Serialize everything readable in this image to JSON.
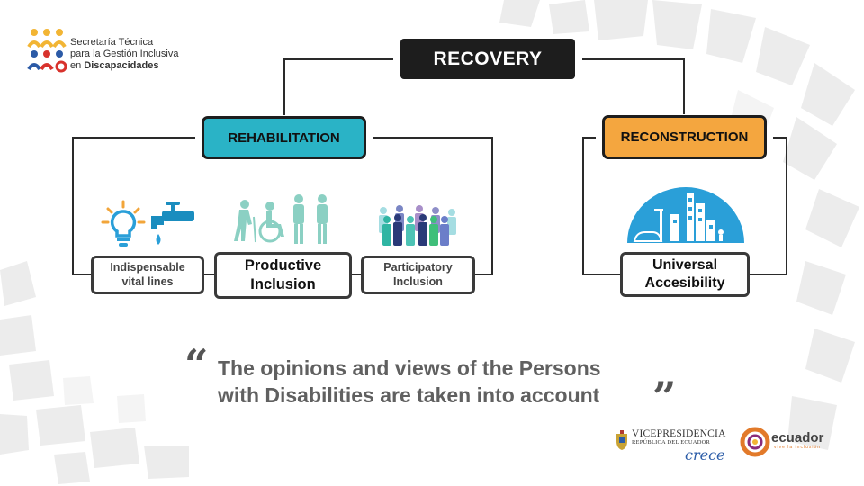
{
  "org": {
    "line1": "Secretaría Técnica",
    "line2": "para la Gestión Inclusiva",
    "line3_prefix": "en ",
    "line3_bold": "Discapacidades"
  },
  "root": {
    "label": "RECOVERY"
  },
  "rehabilitation": {
    "label": "REHABILITATION",
    "color": "#2ab3c6",
    "children": [
      {
        "line1": "Indispensable",
        "line2": "vital lines"
      },
      {
        "line1": "Productive",
        "line2": "Inclusion"
      },
      {
        "line1": "Participatory",
        "line2": "Inclusion"
      }
    ]
  },
  "reconstruction": {
    "label": "RECONSTRUCTION",
    "color": "#f4a63f",
    "children": [
      {
        "line1": "Universal",
        "line2": "Accesibility"
      }
    ]
  },
  "quote": {
    "open_mark": "“",
    "line1": "The opinions and views of the Persons",
    "line2": "with Disabilities are taken into account",
    "close_mark": "”"
  },
  "footer": {
    "vp_line1": "VICEPRESIDENCIA",
    "vp_line2": "REPÚBLICA DEL ECUADOR",
    "vp_slogan": "crece",
    "ecuador": "ecuador",
    "ecuador_tag": "vive la inclusión"
  },
  "icons": [
    "lightbulb-icon",
    "water-tap-icon",
    "people-disabilities-icon",
    "crowd-icon",
    "city-dome-icon"
  ]
}
